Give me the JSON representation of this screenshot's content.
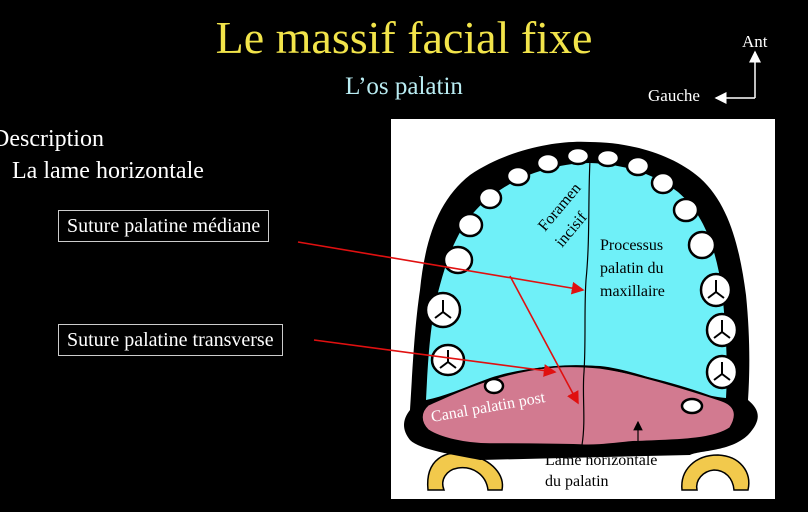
{
  "slide": {
    "title": "Le massif facial fixe",
    "subtitle": "L’os palatin",
    "bullets": [
      "Description",
      "La lame horizontale"
    ]
  },
  "orientation": {
    "up": "Ant",
    "left": "Gauche"
  },
  "callouts": [
    {
      "text": "Suture palatine médiane"
    },
    {
      "text": "Suture palatine transverse"
    }
  ],
  "diagram_labels": {
    "foramen_line1": "Foramen",
    "foramen_line2": "incisif",
    "processus_line1": "Processus",
    "processus_line2": "palatin du",
    "processus_line3": "maxillaire",
    "canal": "Canal palatin post",
    "lame_line1": "Lame horizontale",
    "lame_line2": "du palatin"
  },
  "colors": {
    "title": "#f2e44a",
    "subtitle": "#b9ecf2",
    "palate": "#6ff0f8",
    "horizontal_plate": "#d27a90",
    "arrow": "#e01010",
    "yellow": "#f2c94c"
  }
}
